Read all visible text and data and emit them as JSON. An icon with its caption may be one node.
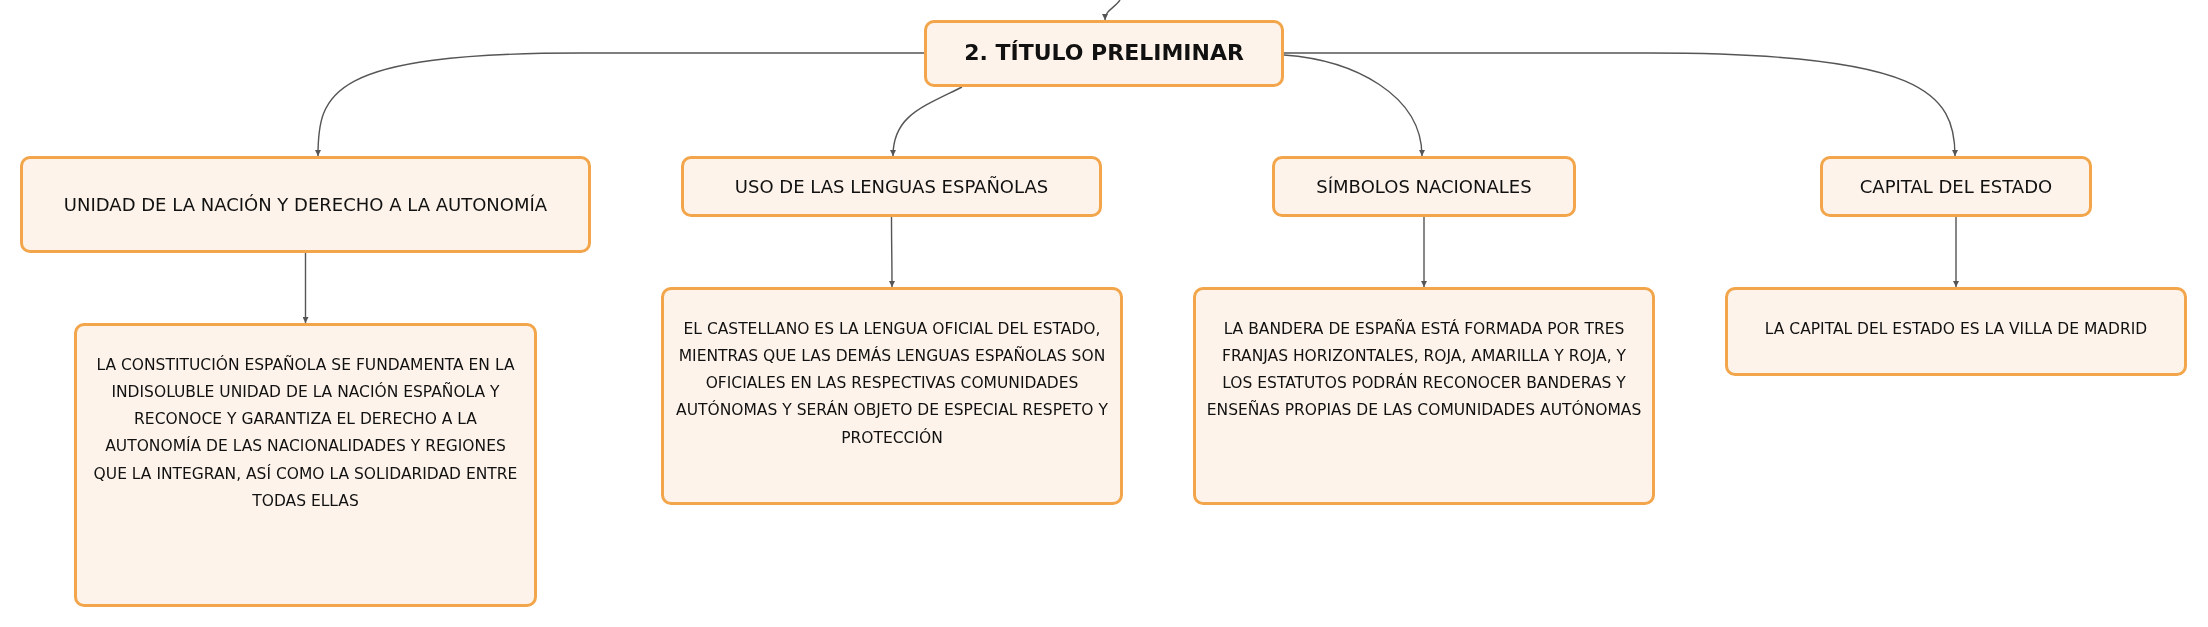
{
  "diagram": {
    "nodes": [
      {
        "text": [
          "2. TÍTULO PRELIMINAR"
        ]
      },
      {
        "text": [
          "UNIDAD DE LA NACIÓN Y DERECHO A LA AUTONOMÍA"
        ]
      },
      {
        "text": [
          "USO DE LAS LENGUAS ESPAÑOLAS"
        ]
      },
      {
        "text": [
          "SÍMBOLOS NACIONALES"
        ]
      },
      {
        "text": [
          "CAPITAL DEL ESTADO"
        ]
      },
      {
        "text": [
          "LA CONSTITUCIÓN ESPAÑOLA SE FUNDAMENTA EN LA INDISOLUBLE UNIDAD DE LA NACIÓN ESPAÑOLA Y RECONOCE Y GARANTIZA EL DERECHO A LA AUTONOMÍA DE LAS NACIONALIDADES Y REGIONES QUE LA INTEGRAN, ASÍ COMO LA SOLIDARIDAD ENTRE TODAS ELLAS"
        ]
      },
      {
        "text": [
          "EL CASTELLANO ES LA LENGUA OFICIAL DEL ESTADO, MIENTRAS QUE LAS DEMÁS LENGUAS ESPAÑOLAS SON OFICIALES EN LAS RESPECTIVAS COMUNIDADES AUTÓNOMAS Y SERÁN OBJETO DE ESPECIAL RESPETO Y PROTECCIÓN"
        ]
      },
      {
        "text": [
          "LA BANDERA DE ESPAÑA ESTÁ FORMADA POR TRES FRANJAS HORIZONTALES, ROJA, AMARILLA Y ROJA, Y LOS ESTATUTOS PODRÁN RECONOCER BANDERAS Y ENSEÑAS PROPIAS DE LAS COMUNIDADES AUTÓNOMAS"
        ]
      },
      {
        "text": [
          "LA CAPITAL DEL ESTADO ES LA VILLA DE MADRID"
        ]
      }
    ],
    "edges": [
      {
        "from": null,
        "to": 0,
        "arrow": "to"
      },
      {
        "from": 0,
        "to": 1,
        "arrow": "to"
      },
      {
        "from": 0,
        "to": 2,
        "arrow": "to"
      },
      {
        "from": 0,
        "to": 3,
        "arrow": "to"
      },
      {
        "from": 0,
        "to": 4,
        "arrow": "to"
      },
      {
        "from": 1,
        "to": 5,
        "arrow": "to"
      },
      {
        "from": 2,
        "to": 6,
        "arrow": "to"
      },
      {
        "from": 3,
        "to": 7,
        "arrow": "to"
      },
      {
        "from": 4,
        "to": 8,
        "arrow": "to"
      }
    ]
  }
}
